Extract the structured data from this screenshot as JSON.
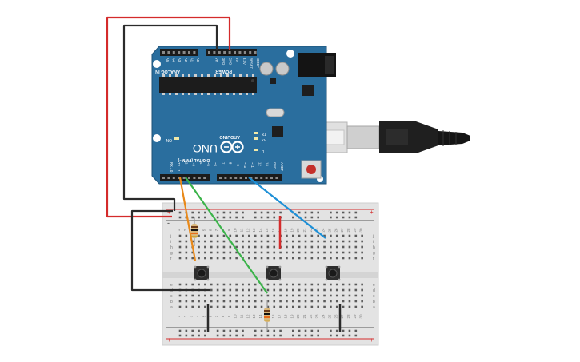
{
  "arduino": {
    "brand": "ARDUINO",
    "model": "UNO",
    "on_label": "ON",
    "power_header": "POWER",
    "analog_header": "ANALOG IN",
    "digital_header": "DIGITAL (PWM~)",
    "tx_label": "TX",
    "rx_label": "RX",
    "l_label": "L",
    "power_pins": [
      "IOREF",
      "RESET",
      "3.3V",
      "5V",
      "GND",
      "GND",
      "Vin"
    ],
    "analog_pins": [
      "A0",
      "A1",
      "A2",
      "A3",
      "A4",
      "A5"
    ],
    "digital_pins": [
      "AREF",
      "GND",
      "13",
      "12",
      "~11",
      "~10",
      "~9",
      "8",
      "7",
      "~6",
      "~5",
      "4",
      "~3",
      "2",
      "TX→1",
      "RX←0"
    ]
  },
  "breadboard": {
    "column_numbers": [
      "1",
      "2",
      "3",
      "4",
      "5",
      "6",
      "7",
      "8",
      "9",
      "10",
      "11",
      "12",
      "13",
      "14",
      "15",
      "16",
      "17",
      "18",
      "19",
      "20",
      "21",
      "22",
      "23",
      "24",
      "25",
      "26",
      "27",
      "28",
      "29",
      "30"
    ],
    "row_letters_top": [
      "j",
      "i",
      "h",
      "g",
      "f"
    ],
    "row_letters_bottom": [
      "e",
      "d",
      "c",
      "b",
      "a"
    ],
    "rail_plus": "+",
    "rail_minus": "-"
  },
  "colors": {
    "board": "#2a6e9e",
    "breadboard": "#e8e8e8",
    "wire_red": "#d42b2b",
    "wire_black": "#2b2b2b",
    "wire_orange": "#e8891a",
    "wire_green": "#3bb34a",
    "wire_blue": "#1d8fd6"
  },
  "icons": {
    "usb_cable": "usb-cable-icon",
    "reset_button": "reset-button-icon",
    "push_button": "push-button-icon",
    "resistor": "resistor-icon"
  }
}
